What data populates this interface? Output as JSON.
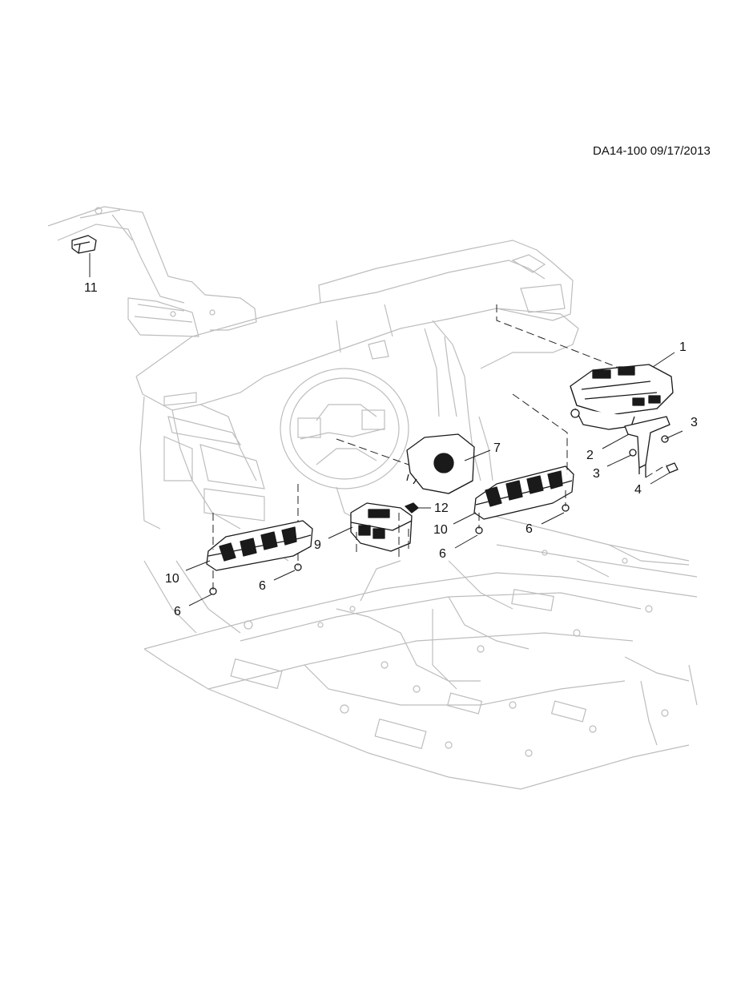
{
  "diagram": {
    "doc_id": "DA14-100 09/17/2013",
    "callouts": [
      "1",
      "2",
      "3",
      "3",
      "4",
      "6",
      "6",
      "6",
      "6",
      "7",
      "9",
      "10",
      "10",
      "11",
      "12"
    ],
    "colors": {
      "background": "#ffffff",
      "ghost_lines": "#b9b9b9",
      "parts": "#1a1a1a",
      "leaders": "#222222"
    }
  }
}
